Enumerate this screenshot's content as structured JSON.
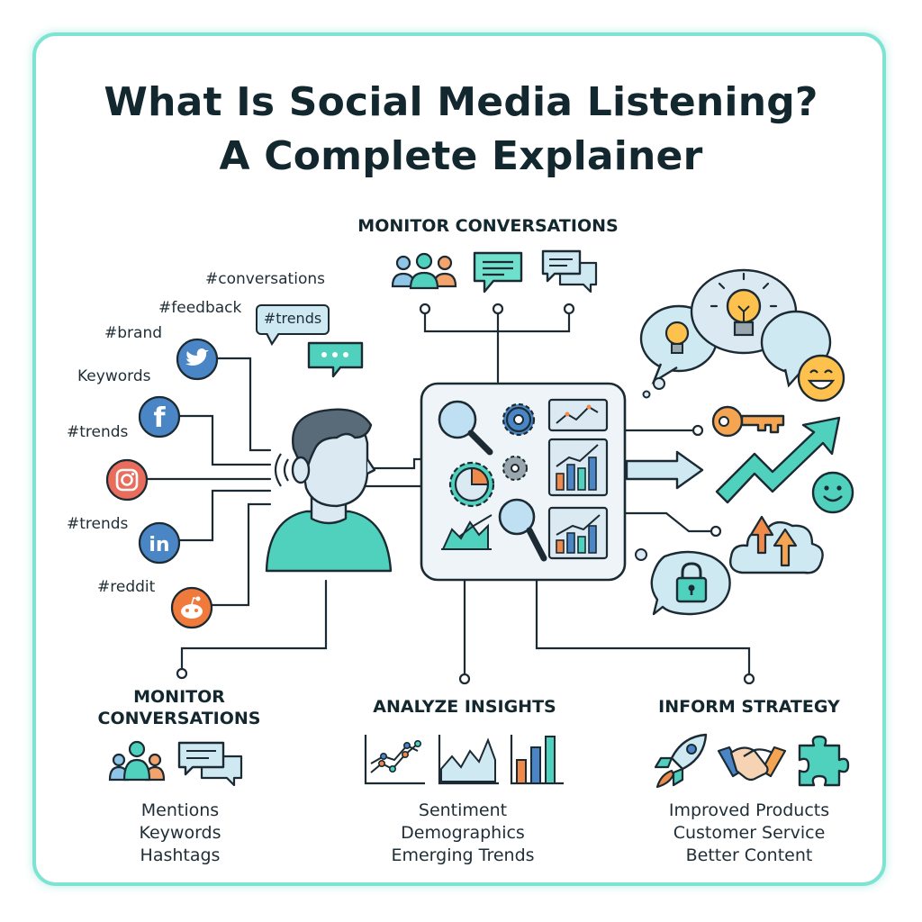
{
  "title": {
    "line1": "What Is Social Media Listening?",
    "line2": "A Complete Explainer"
  },
  "top_section": {
    "heading": "MONITOR CONVERSATIONS"
  },
  "hashtags": {
    "conversations": "#conversations",
    "feedback": "#feedback",
    "brand": "#brand",
    "keywords": "Keywords",
    "trends_1": "#trends",
    "trends_2": "#trends",
    "reddit": "#reddit",
    "bubble": "#trends"
  },
  "sections": {
    "monitor": {
      "heading_line1": "MONITOR",
      "heading_line2": "CONVERSATIONS",
      "items": [
        "Mentions",
        "Keywords",
        "Hashtags"
      ]
    },
    "analyze": {
      "heading": "ANALYZE INSIGHTS",
      "items": [
        "Sentiment",
        "Demographics",
        "Emerging Trends"
      ]
    },
    "inform": {
      "heading": "INFORM STRATEGY",
      "items": [
        "Improved Products",
        "Customer Service",
        "Better Content"
      ]
    }
  },
  "icons": {
    "social": [
      "twitter-icon",
      "facebook-icon",
      "instagram-icon",
      "linkedin-icon",
      "reddit-icon"
    ],
    "facebook_letter": "f",
    "linkedin_letters": "in"
  },
  "colors": {
    "teal": "#4fd1bd",
    "blue": "#4a86c5",
    "orange": "#f08a4b",
    "frame": "#7fe3d3",
    "text": "#13272f"
  }
}
